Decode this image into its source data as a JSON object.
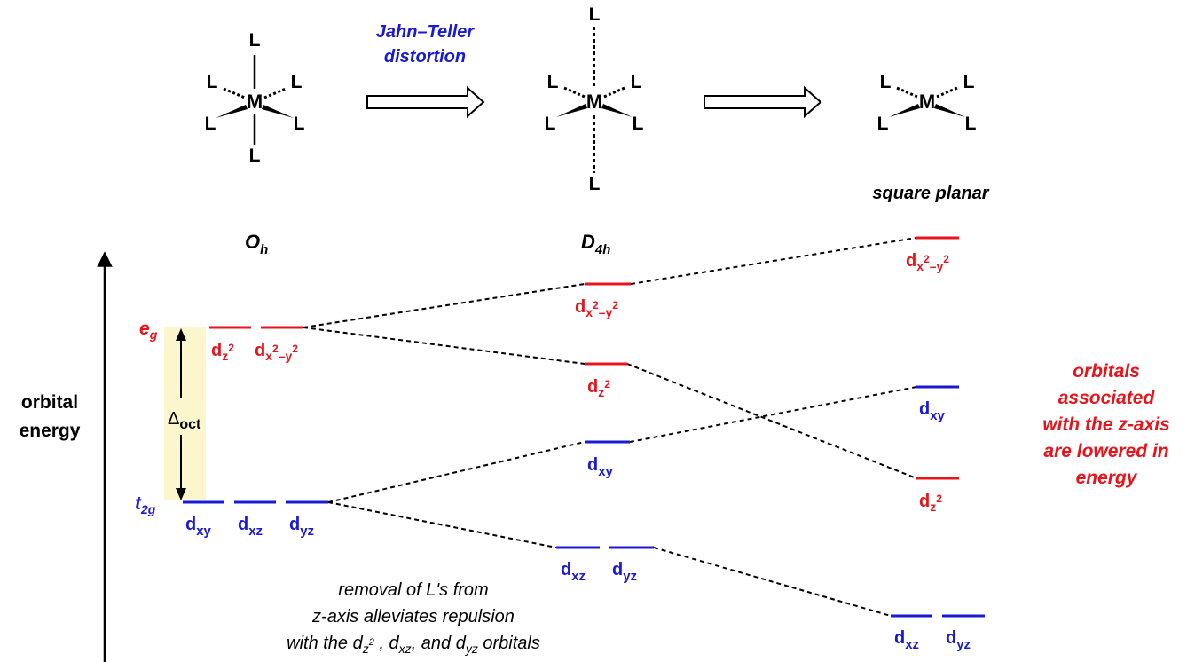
{
  "colors": {
    "ink": "#000000",
    "eg": "#e8141b",
    "t2g": "#1a1ad6",
    "highlight": "#fbf6cc"
  },
  "structures": {
    "ligand": "L",
    "metal": "M",
    "arrow1_caption": {
      "line1": "Jahn–Teller",
      "line2": "distortion"
    },
    "third_caption": "square planar"
  },
  "point_groups": {
    "oh": {
      "main": "O",
      "sub": "h"
    },
    "d4h": {
      "main": "D",
      "sub": "4h"
    }
  },
  "axis": {
    "label_line1": "orbital",
    "label_line2": "energy"
  },
  "oh_sets": {
    "eg": {
      "main": "e",
      "sub": "g"
    },
    "t2g": {
      "main": "t",
      "sub": "2g"
    },
    "delta": {
      "symbol": "Δ",
      "sub": "oct"
    }
  },
  "orbital_labels": {
    "d": "d",
    "z2": {
      "sub": "z",
      "sup": "2"
    },
    "x2y2": {
      "sub1": "x",
      "sup1": "2",
      "dash": "–",
      "sub2": "y",
      "sup2": "2"
    },
    "xy": "xy",
    "xz": "xz",
    "yz": "yz"
  },
  "annotations": {
    "bottom_line1": "removal of L's from",
    "bottom_line2": "z-axis alleviates repulsion",
    "bottom_line3_a": "with the d",
    "bottom_line3_z": "z",
    "bottom_line3_sup": "2",
    "bottom_line3_b": " , d",
    "bottom_line3_xz": "xz",
    "bottom_line3_c": ", and d",
    "bottom_line3_yz": "yz",
    "bottom_line3_d": " orbitals",
    "right_line1": "orbitals",
    "right_line2": "associated",
    "right_line3": "with the z-axis",
    "right_line4": "are lowered in",
    "right_line5": "energy"
  }
}
